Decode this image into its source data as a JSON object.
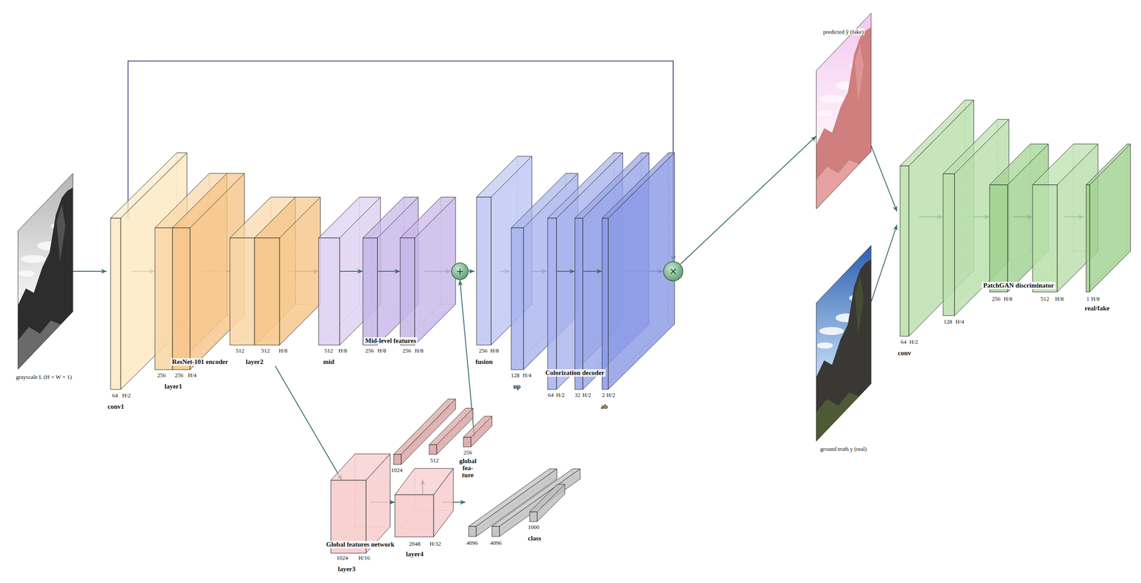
{
  "diagram": {
    "nodes": [
      {
        "text": [
          "grayscale L (H × W × 1)"
        ]
      },
      {
        "text": [
          "64",
          "H/2",
          "conv1"
        ]
      },
      {
        "text": [
          "256",
          "256",
          "H/4",
          "layer1"
        ]
      },
      {
        "text": [
          "512",
          "512",
          "H/8",
          "layer2"
        ]
      },
      {
        "text": [
          "512",
          "H/8",
          "256",
          "H/8",
          "256",
          "H/8",
          "mid"
        ]
      },
      {
        "text": [
          "+"
        ]
      },
      {
        "text": [
          "256",
          "H/8",
          "fusion"
        ]
      },
      {
        "text": [
          "128",
          "H/4",
          "up"
        ]
      },
      {
        "text": [
          "64",
          "H/2",
          "32",
          "H/2",
          "2",
          "H/2",
          "ab"
        ]
      },
      {
        "text": [
          "×"
        ]
      },
      {
        "text": [
          "predicted ŷ (fake)"
        ]
      },
      {
        "text": [
          "ground truth y (real)"
        ]
      },
      {
        "text": [
          "64",
          "H/2",
          "conv"
        ]
      },
      {
        "text": [
          "128",
          "H/4"
        ]
      },
      {
        "text": [
          "256",
          "H/8"
        ]
      },
      {
        "text": [
          "512",
          "H/8"
        ]
      },
      {
        "text": [
          "1",
          "H/8",
          "real/fake"
        ]
      },
      {
        "text": [
          "1024",
          "H/16",
          "layer3"
        ]
      },
      {
        "text": [
          "2048",
          "H/32",
          "layer4"
        ]
      },
      {
        "text": [
          "1024",
          "512",
          "256",
          "global fea- ture"
        ]
      },
      {
        "text": [
          "4096",
          "4096",
          "1000",
          "class"
        ]
      }
    ],
    "edges": [
      {
        "from": 0,
        "to": 1,
        "arrow": "to"
      },
      {
        "from": 1,
        "to": 2,
        "arrow": "to"
      },
      {
        "from": 2,
        "to": 3,
        "arrow": "to"
      },
      {
        "from": 3,
        "to": 4,
        "arrow": "to"
      },
      {
        "from": 4,
        "to": 5,
        "arrow": "to"
      },
      {
        "from": 5,
        "to": 6,
        "arrow": "to"
      },
      {
        "from": 6,
        "to": 7,
        "arrow": "to"
      },
      {
        "from": 7,
        "to": 8,
        "arrow": "to"
      },
      {
        "from": 8,
        "to": 9,
        "arrow": "to"
      },
      {
        "from": 1,
        "to": 9,
        "arrow": "to"
      },
      {
        "from": 9,
        "to": 10,
        "arrow": "to"
      },
      {
        "from": 10,
        "to": 12,
        "arrow": "to"
      },
      {
        "from": 11,
        "to": 12,
        "arrow": "to"
      },
      {
        "from": 12,
        "to": 13,
        "arrow": "to"
      },
      {
        "from": 13,
        "to": 14,
        "arrow": "to"
      },
      {
        "from": 14,
        "to": 15,
        "arrow": "to"
      },
      {
        "from": 15,
        "to": 16,
        "arrow": "to"
      },
      {
        "from": 3,
        "to": 17,
        "arrow": "to"
      },
      {
        "from": 17,
        "to": 18,
        "arrow": "to"
      },
      {
        "from": 18,
        "to": 19,
        "arrow": "to"
      },
      {
        "from": 19,
        "to": 5,
        "arrow": "to"
      },
      {
        "from": 18,
        "to": 20,
        "arrow": "to"
      }
    ],
    "labels": [
      "ResNet-101 encoder",
      "Mid-level features",
      "Colorization decoder",
      "Global features network",
      "PatchGAN discriminator"
    ]
  }
}
